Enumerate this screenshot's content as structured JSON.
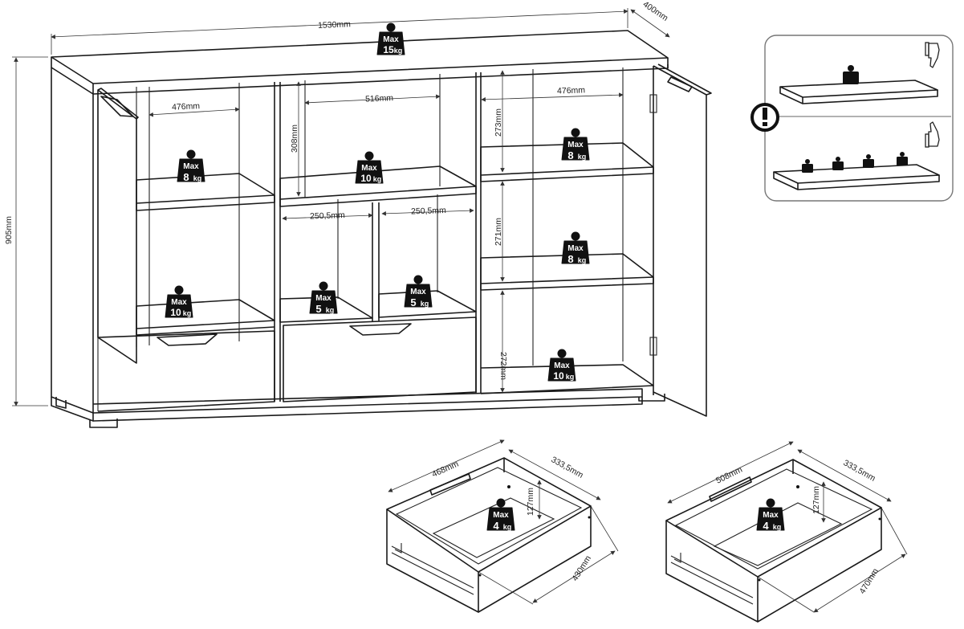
{
  "dimensions": {
    "width": "1530mm",
    "depth": "400mm",
    "height": "905mm",
    "left_shelf_width": "476mm",
    "middle_shelf_width": "516mm",
    "right_shelf_width": "476mm",
    "middle_top_height": "308mm",
    "middle_half_width_a": "250,5mm",
    "middle_half_width_b": "250,5mm",
    "right_top_height": "273mm",
    "right_mid_height": "271mm",
    "right_bottom_height": "272mm"
  },
  "weights": {
    "top": {
      "max": "Max",
      "value": "15",
      "unit": "kg"
    },
    "left_upper": {
      "max": "Max",
      "value": "8",
      "unit": "kg"
    },
    "left_lower": {
      "max": "Max",
      "value": "10",
      "unit": "kg"
    },
    "middle_upper": {
      "max": "Max",
      "value": "10",
      "unit": "kg"
    },
    "middle_lower_a": {
      "max": "Max",
      "value": "5",
      "unit": "kg"
    },
    "middle_lower_b": {
      "max": "Max",
      "value": "5",
      "unit": "kg"
    },
    "right_upper": {
      "max": "Max",
      "value": "8",
      "unit": "kg"
    },
    "right_mid": {
      "max": "Max",
      "value": "8",
      "unit": "kg"
    },
    "right_lower": {
      "max": "Max",
      "value": "10",
      "unit": "kg"
    }
  },
  "drawer_small": {
    "width": "468mm",
    "depth": "333,5mm",
    "height": "127mm",
    "inner": "430mm",
    "weight": {
      "max": "Max",
      "value": "4",
      "unit": "kg"
    }
  },
  "drawer_large": {
    "width": "508mm",
    "depth": "333,5mm",
    "height": "127mm",
    "inner": "470mm",
    "weight": {
      "max": "Max",
      "value": "4",
      "unit": "kg"
    }
  },
  "load_panel": {
    "warning_icon": "exclamation-icon",
    "bad_icon": "thumbs-down-icon",
    "good_icon": "thumbs-up-icon"
  },
  "colors": {
    "line": "#1a1a1a",
    "weight_fill": "#111111",
    "panel_border": "#777777"
  }
}
